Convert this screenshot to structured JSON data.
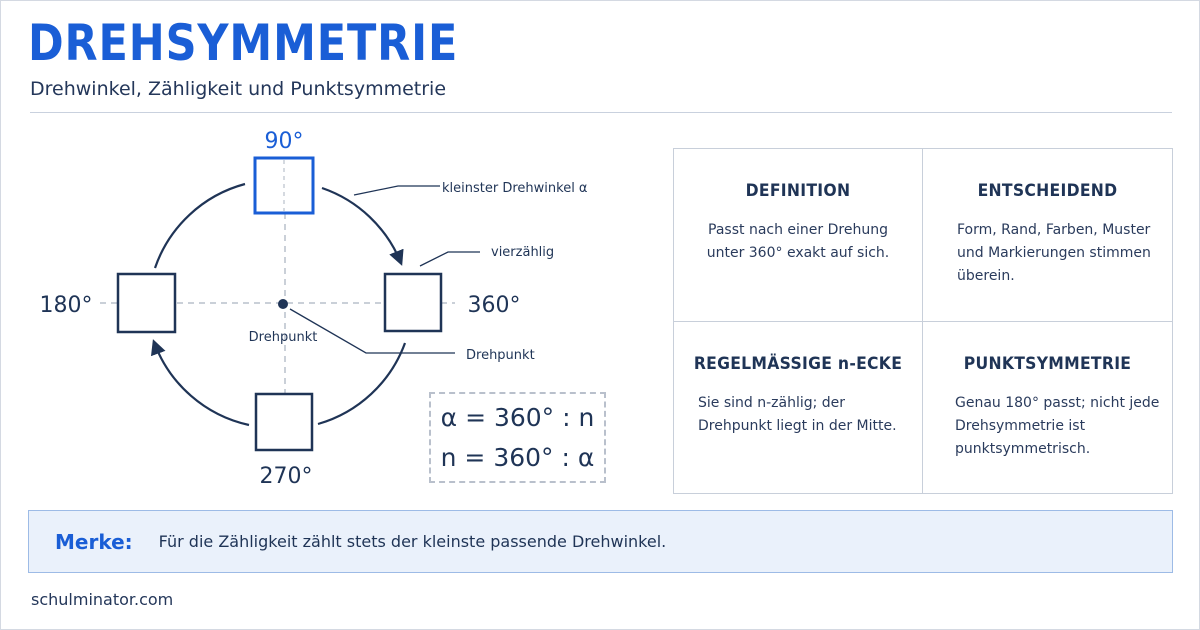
{
  "title": "DREHSYMMETRIE",
  "subtitle": "Drehwinkel, Zähligkeit und Punktsymmetrie",
  "diagram": {
    "angles": {
      "top": "90°",
      "left": "180°",
      "right": "360°",
      "bottom": "270°"
    },
    "center_label": "Drehpunkt",
    "callouts": {
      "smallest_angle": "kleinster Drehwinkel α",
      "fourfold": "vierzählig",
      "pivot": "Drehpunkt"
    },
    "formulas": [
      "α = 360° : n",
      "n = 360° : α"
    ],
    "colors": {
      "highlight": "#1a5ed6",
      "lines": "#1f3456"
    }
  },
  "cards": [
    {
      "title": "DEFINITION",
      "body": "Passt nach einer Drehung\nunter 360° exakt auf sich."
    },
    {
      "title": "ENTSCHEIDEND",
      "body": "Form, Rand, Farben, Muster\nund Markierungen stimmen\nüberein."
    },
    {
      "title": "REGELMÄSSIGE n-ECKE",
      "body": "Sie sind n-zählig; der\nDrehpunkt liegt in der Mitte."
    },
    {
      "title": "PUNKTSYMMETRIE",
      "body": "Genau 180° passt; nicht jede\nDrehsymmetrie ist\npunktsymmetrisch."
    }
  ],
  "note": {
    "label": "Merke:",
    "text": "Für die Zähligkeit zählt stets der kleinste passende Drehwinkel."
  },
  "footer": "schulminator.com"
}
